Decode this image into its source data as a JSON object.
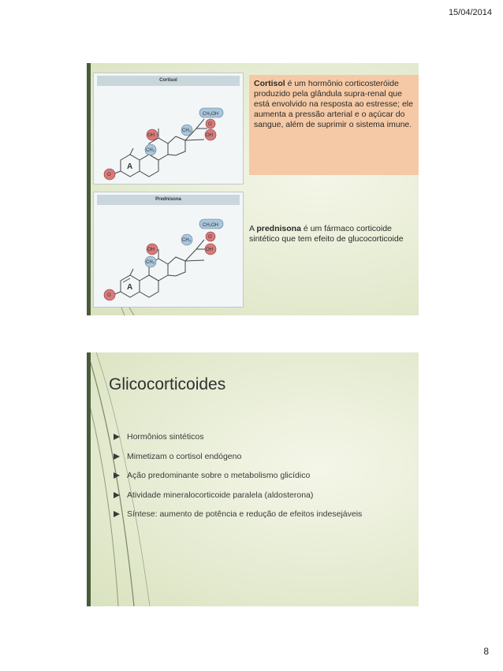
{
  "header": {
    "date": "15/04/2014"
  },
  "footer": {
    "page_number": "8"
  },
  "slide1": {
    "cortisol_panel": {
      "title": "Cortisol",
      "labels": {
        "ch2oh": "CH₂OH",
        "ch3_top": "CH₃",
        "ch3_left": "CH₃",
        "oh_left": "OH",
        "o_right": "O",
        "oh_right": "OH",
        "o_bottom": "O",
        "ring": "A"
      }
    },
    "prednisona_panel": {
      "title": "Prednisona",
      "labels": {
        "ch2oh": "CH₂OH",
        "ch3_top": "CH₃",
        "ch3_left": "CH₃",
        "oh_left": "OH",
        "o_right": "O",
        "oh_right": "OH",
        "o_bottom": "O",
        "ring": "A"
      }
    },
    "cortisol_text": {
      "term": "Cortisol",
      "rest": " é um hormônio corticosteróide produzido pela glândula supra-renal que está envolvido na resposta ao estresse; ele aumenta a pressão arterial e o açúcar do sangue, além de suprimir o sistema imune."
    },
    "prednisona_text": {
      "prefix": "A ",
      "term": "prednisona",
      "rest": " é um fármaco corticoide sintético que tem efeito de glucocorticoide"
    }
  },
  "slide2": {
    "title": "Glicocorticoides",
    "bullets": [
      "Hormônios sintéticos",
      "Mimetizam o cortisol endógeno",
      "Ação predominante sobre o metabolismo glicídico",
      "Atividade mineralocorticoide paralela (aldosterona)",
      "Síntese: aumento de potência e redução de efeitos indesejáveis"
    ]
  },
  "colors": {
    "slide_background": "#e6ecd3",
    "cortisol_box": "#f5c9a5",
    "red_group": "#d87a7a",
    "blue_group": "#a9c6dc"
  }
}
